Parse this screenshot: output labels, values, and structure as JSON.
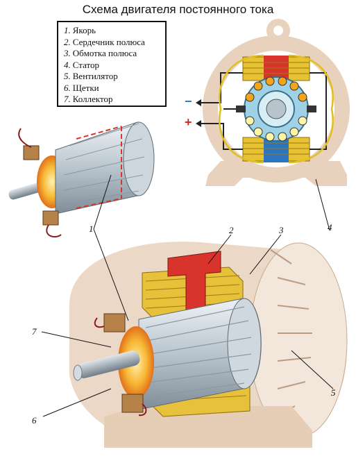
{
  "title": "Схема двигателя постоянного тока",
  "legend": [
    {
      "num": "1.",
      "label": "Якорь"
    },
    {
      "num": "2.",
      "label": "Сердечник полюса"
    },
    {
      "num": "3.",
      "label": "Обмотка полюса"
    },
    {
      "num": "4.",
      "label": "Статор"
    },
    {
      "num": "5.",
      "label": "Вентилятор"
    },
    {
      "num": "6.",
      "label": "Щетки"
    },
    {
      "num": "7.",
      "label": "Коллектор"
    }
  ],
  "callouts": {
    "c1": "1",
    "c2": "2",
    "c3": "3",
    "c4": "4",
    "c5": "5",
    "c6": "6",
    "c7": "7"
  },
  "terminals": {
    "minus": "−",
    "plus": "+"
  },
  "colors": {
    "housing": "#e9d2bd",
    "housing_dark": "#d8b99c",
    "copper": "#f2a51c",
    "coil": "#e8c13a",
    "pole_red": "#d9342b",
    "armature": "#c9d3da",
    "shaft": "#9aa7b0",
    "blue": "#2a74c0",
    "minus": "#1e7fd0",
    "plus": "#d42a2a"
  }
}
